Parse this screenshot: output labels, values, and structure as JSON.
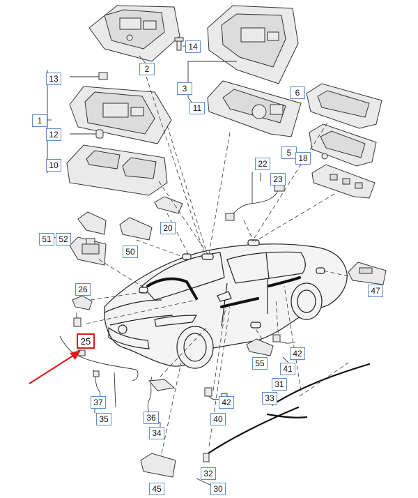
{
  "callouts": [
    {
      "id": "c2",
      "label": "2"
    },
    {
      "id": "c14",
      "label": "14"
    },
    {
      "id": "c3",
      "label": "3"
    },
    {
      "id": "c13",
      "label": "13"
    },
    {
      "id": "c1",
      "label": "1"
    },
    {
      "id": "c12",
      "label": "12"
    },
    {
      "id": "c10",
      "label": "10"
    },
    {
      "id": "c11",
      "label": "11"
    },
    {
      "id": "c6",
      "label": "6"
    },
    {
      "id": "c5",
      "label": "5"
    },
    {
      "id": "c18",
      "label": "18"
    },
    {
      "id": "c22",
      "label": "22"
    },
    {
      "id": "c23",
      "label": "23"
    },
    {
      "id": "c20",
      "label": "20"
    },
    {
      "id": "c51",
      "label": "51"
    },
    {
      "id": "c52",
      "label": "52"
    },
    {
      "id": "c50",
      "label": "50"
    },
    {
      "id": "c47",
      "label": "47"
    },
    {
      "id": "c26",
      "label": "26"
    },
    {
      "id": "c25",
      "label": "25"
    },
    {
      "id": "c42a",
      "label": "42"
    },
    {
      "id": "c55",
      "label": "55"
    },
    {
      "id": "c41",
      "label": "41"
    },
    {
      "id": "c31",
      "label": "31"
    },
    {
      "id": "c33",
      "label": "33"
    },
    {
      "id": "c37",
      "label": "37"
    },
    {
      "id": "c35",
      "label": "35"
    },
    {
      "id": "c36",
      "label": "36"
    },
    {
      "id": "c34",
      "label": "34"
    },
    {
      "id": "c42b",
      "label": "42"
    },
    {
      "id": "c40",
      "label": "40"
    },
    {
      "id": "c45",
      "label": "45"
    },
    {
      "id": "c32",
      "label": "32"
    },
    {
      "id": "c30",
      "label": "30"
    }
  ],
  "highlight": {
    "callout": "25",
    "color": "#e01b1b"
  },
  "colors": {
    "callout_border": "#5b8fc9",
    "line": "#333333",
    "arrow": "#e01b1b"
  }
}
